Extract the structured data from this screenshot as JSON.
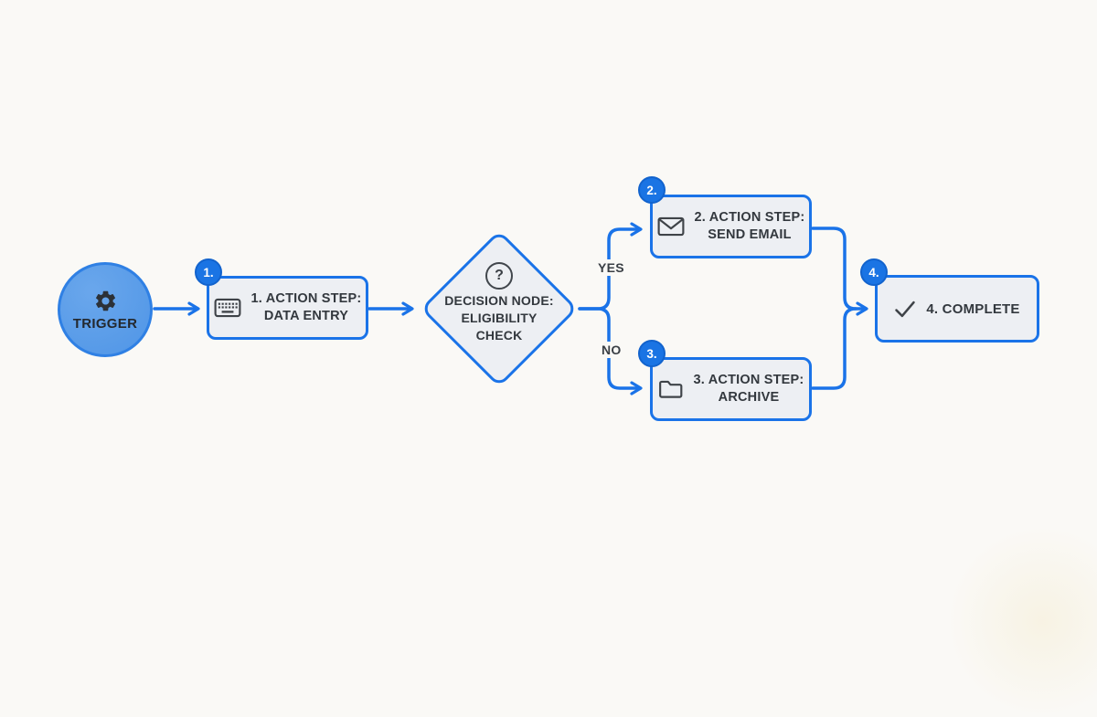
{
  "colors": {
    "background": "#faf9f6",
    "accent_blue": "#1a73e8",
    "node_fill": "#edeff3",
    "badge_fill": "#1a74e4",
    "trigger_fill": "#5b9de9",
    "text": "#33383e"
  },
  "nodes": {
    "trigger": {
      "label": "TRIGGER"
    },
    "step1": {
      "badge": "1.",
      "title": "1. ACTION STEP:",
      "subtitle": "DATA ENTRY"
    },
    "decision": {
      "icon_glyph": "?",
      "line1": "DECISION NODE:",
      "line2": "ELIGIBILITY",
      "line3": "CHECK"
    },
    "step2": {
      "badge": "2.",
      "title": "2. ACTION STEP:",
      "subtitle": "SEND EMAIL"
    },
    "step3": {
      "badge": "3.",
      "title": "3. ACTION STEP:",
      "subtitle": "ARCHIVE"
    },
    "complete": {
      "badge": "4.",
      "title": "4. COMPLETE"
    }
  },
  "edges": {
    "yes_label": "YES",
    "no_label": "NO"
  }
}
